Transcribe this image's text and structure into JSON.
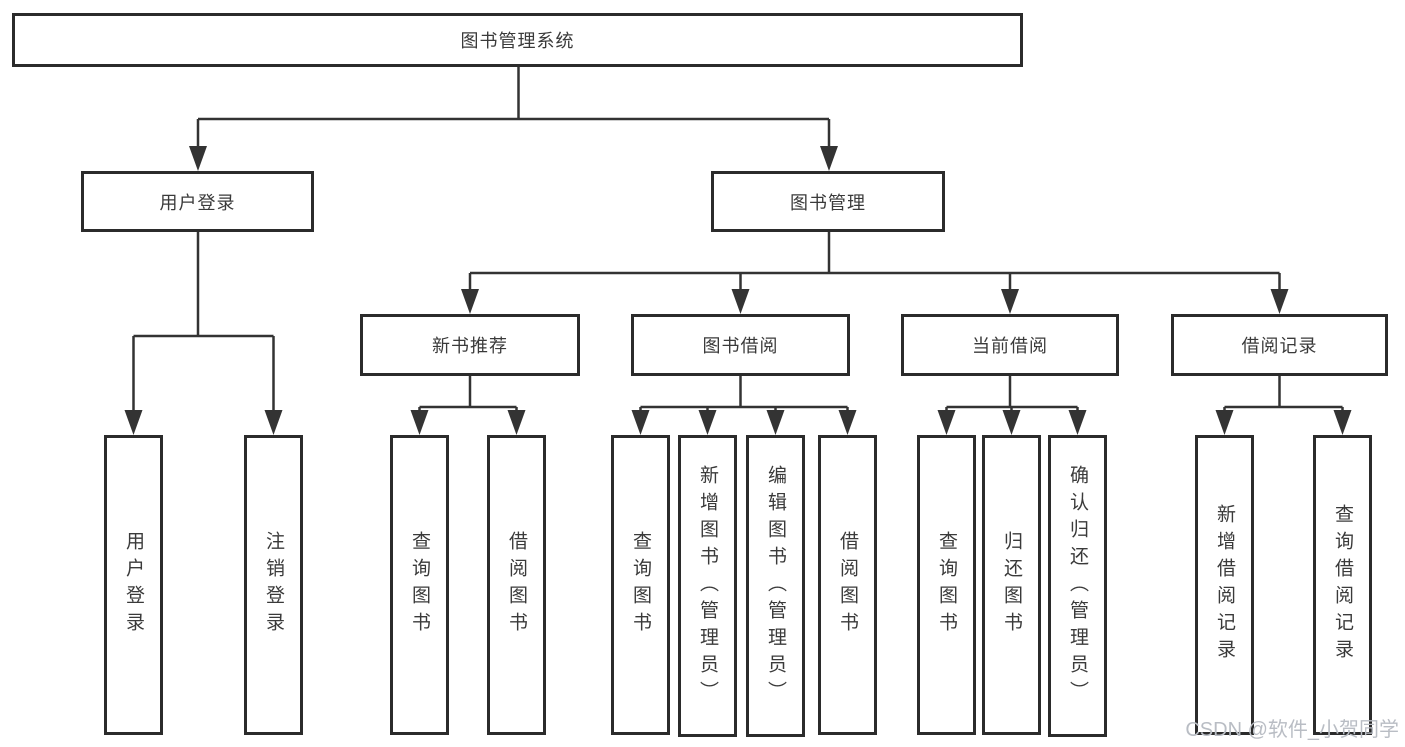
{
  "tree": {
    "label": "图书管理系统",
    "children": [
      {
        "label": "用户登录",
        "children": [
          {
            "label": "用户登录"
          },
          {
            "label": "注销登录"
          }
        ]
      },
      {
        "label": "图书管理",
        "children": [
          {
            "label": "新书推荐",
            "children": [
              {
                "label": "查询图书"
              },
              {
                "label": "借阅图书"
              }
            ]
          },
          {
            "label": "图书借阅",
            "children": [
              {
                "label": "查询图书"
              },
              {
                "label": "新增图书（管理员）"
              },
              {
                "label": "编辑图书（管理员）"
              },
              {
                "label": "借阅图书"
              }
            ]
          },
          {
            "label": "当前借阅",
            "children": [
              {
                "label": "查询图书"
              },
              {
                "label": "归还图书"
              },
              {
                "label": "确认归还（管理员）"
              }
            ]
          },
          {
            "label": "借阅记录",
            "children": [
              {
                "label": "新增借阅记录"
              },
              {
                "label": "查询借阅记录"
              }
            ]
          }
        ]
      }
    ]
  },
  "watermark": {
    "text": "CSDN @软件_小贺同学"
  },
  "colors": {
    "background": "#ffffff",
    "line": "#333333",
    "box_border": "#2b2b2b",
    "text": "#3a3a3a",
    "watermark": "#b9bdc4"
  }
}
